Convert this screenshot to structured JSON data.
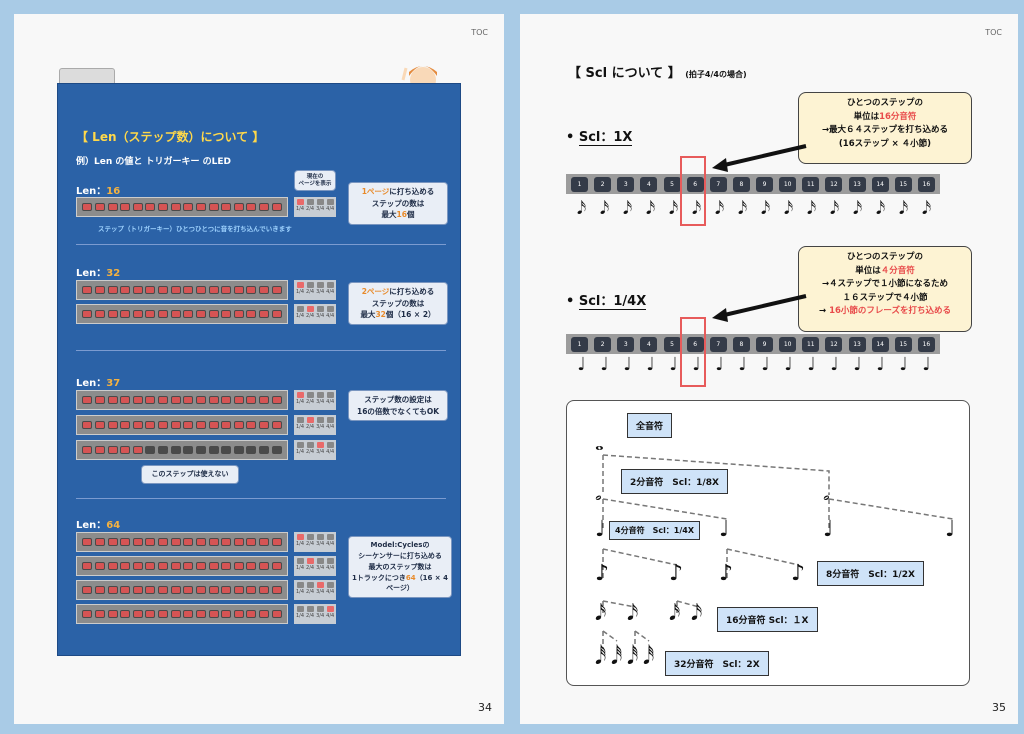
{
  "left": {
    "toc": "TOC",
    "page_number": "34",
    "title": "【 Len（ステップ数）について 】",
    "subtitle": "例）Len の値と トリガーキー のLED",
    "page_indicator_label": "現在の\nページを表示",
    "pages": [
      "1/4",
      "2/4",
      "3/4",
      "4/4"
    ],
    "trigger_note": "ステップ（トリガーキー）ひとつひとつに音を打ち込んでいきます",
    "unused_note": "このステップは使えない",
    "sections": [
      {
        "label": "Len：",
        "value": "16",
        "note_pre": "",
        "note_accent": "1ページ",
        "note_mid": "に打ち込める\nステップの数は\n最大",
        "note_num": "16",
        "note_post": "個"
      },
      {
        "label": "Len：",
        "value": "32",
        "note_accent": "2ページ",
        "note_mid": "に打ち込める\nステップの数は\n最大",
        "note_num": "32",
        "note_post": "個（16 × 2）"
      },
      {
        "label": "Len：",
        "value": "37",
        "note": "ステップ数の設定は\n16の倍数でなくてもOK"
      },
      {
        "label": "Len：",
        "value": "64",
        "note_a": "Model:Cyclesの\nシーケンサーに打ち込める\n最大のステップ数は\n1トラックにつき",
        "note_num": "64",
        "note_b": "（16 × 4ページ）"
      }
    ]
  },
  "right": {
    "toc": "TOC",
    "page_number": "35",
    "title": "【 Scl について 】",
    "title_small": "(拍子4/4の場合)",
    "scl1": "Scl：1X",
    "scl2": "Scl：1/4X",
    "note1": {
      "l1": "ひとつのステップの",
      "l2a": "単位は",
      "l2b": "16分音符",
      "l3": "→最大６４ステップを打ち込める",
      "l4": "(16ステップ × ４小節)"
    },
    "note2": {
      "l1": "ひとつのステップの",
      "l2a": "単位は",
      "l2b": "４分音符",
      "l3": "→４ステップで１小節になるため",
      "l4": "１６ステップで４小節",
      "l5a": "→ ",
      "l5b": "16小節のフレーズを打ち込める"
    },
    "keys": [
      "1",
      "2",
      "3",
      "4",
      "5",
      "6",
      "7",
      "8",
      "9",
      "10",
      "11",
      "12",
      "13",
      "14",
      "15",
      "16"
    ],
    "tree": {
      "whole": "全音符",
      "half": "2分音符　Scl：1/8X",
      "quarter": "4分音符　Scl：1/4X",
      "eighth": "8分音符　Scl：1/2X",
      "sixteenth": "16分音符 Scl：１X",
      "thirtysecond": "32分音符　Scl：2X"
    },
    "accent_red": "#e84a4a"
  }
}
